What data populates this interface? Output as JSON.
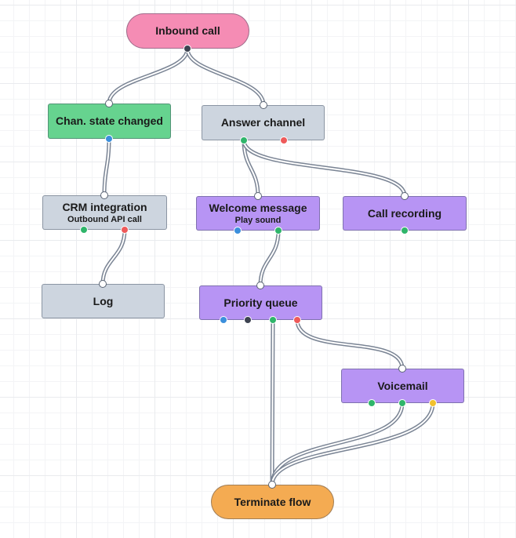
{
  "colors": {
    "start": "#f58cb4",
    "event": "#66d38f",
    "action": "#cdd5df",
    "media": "#b794f4",
    "end": "#f4ab52",
    "port_blue": "#3b8fdc",
    "port_green": "#2fb56a",
    "port_red": "#ee5a5a",
    "port_dark": "#3d4350",
    "port_yellow": "#f2c12e"
  },
  "nodes": {
    "inbound_call": {
      "title": "Inbound call"
    },
    "chan_state_changed": {
      "title": "Chan. state changed"
    },
    "answer_channel": {
      "title": "Answer channel"
    },
    "crm_integration": {
      "title": "CRM integration",
      "subtitle": "Outbound API call"
    },
    "welcome_message": {
      "title": "Welcome message",
      "subtitle": "Play sound"
    },
    "call_recording": {
      "title": "Call recording"
    },
    "log": {
      "title": "Log"
    },
    "priority_queue": {
      "title": "Priority queue"
    },
    "voicemail": {
      "title": "Voicemail"
    },
    "terminate_flow": {
      "title": "Terminate flow"
    }
  },
  "edges": [
    {
      "from": "inbound_call.out",
      "to": "chan_state_changed.in"
    },
    {
      "from": "inbound_call.out",
      "to": "answer_channel.in"
    },
    {
      "from": "chan_state_changed.out_blue",
      "to": "crm_integration.in"
    },
    {
      "from": "crm_integration.out_red",
      "to": "log.in"
    },
    {
      "from": "answer_channel.out_green",
      "to": "welcome_message.in"
    },
    {
      "from": "answer_channel.out_green",
      "to": "call_recording.in"
    },
    {
      "from": "welcome_message.out_green",
      "to": "priority_queue.in"
    },
    {
      "from": "priority_queue.out_green",
      "to": "terminate_flow.in"
    },
    {
      "from": "priority_queue.out_red",
      "to": "voicemail.in"
    },
    {
      "from": "voicemail.out_green",
      "to": "terminate_flow.in"
    },
    {
      "from": "voicemail.out_yellow",
      "to": "terminate_flow.in"
    }
  ]
}
